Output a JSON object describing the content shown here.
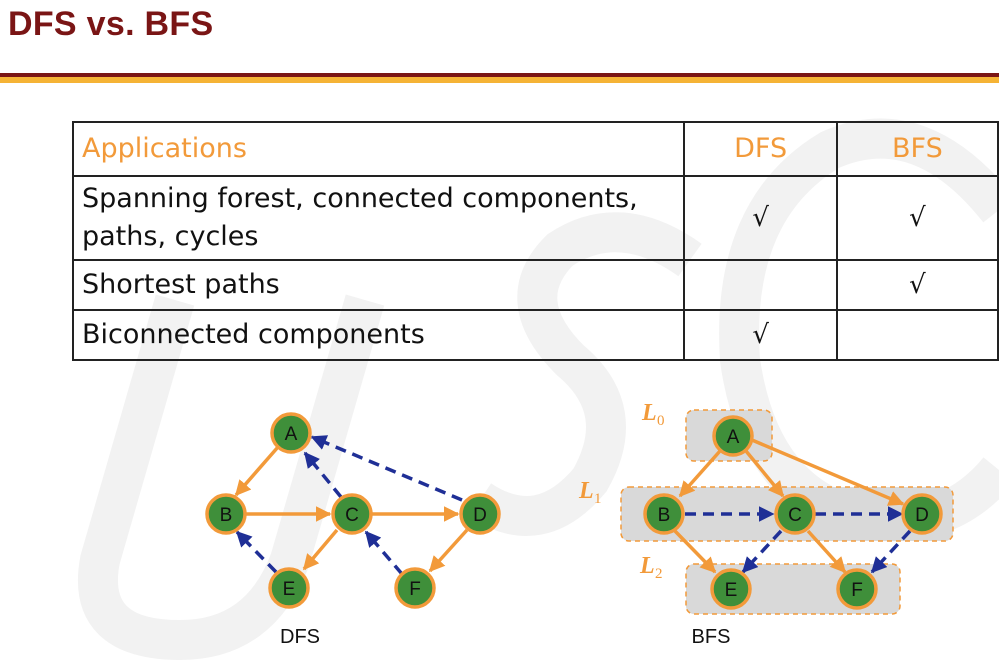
{
  "title": "DFS vs. BFS",
  "table": {
    "header": [
      "Applications",
      "DFS",
      "BFS"
    ],
    "rows": [
      {
        "app_line1": "Spanning forest, connected components,",
        "app_line2": "paths, cycles",
        "dfs": "√",
        "bfs": "√"
      },
      {
        "app_line1": "Shortest paths",
        "app_line2": "",
        "dfs": "",
        "bfs": "√"
      },
      {
        "app_line1": "Biconnected components",
        "app_line2": "",
        "dfs": "√",
        "bfs": ""
      }
    ]
  },
  "dfs_graph": {
    "caption": "DFS",
    "nodes": [
      "A",
      "B",
      "C",
      "D",
      "E",
      "F"
    ]
  },
  "bfs_graph": {
    "caption": "BFS",
    "nodes": [
      "A",
      "B",
      "C",
      "D",
      "E",
      "F"
    ],
    "levels": [
      {
        "main": "L",
        "sub": "0"
      },
      {
        "main": "L",
        "sub": "1"
      },
      {
        "main": "L",
        "sub": "2"
      }
    ]
  },
  "colors": {
    "title": "#7a1515",
    "rule_gold": "#f5b335",
    "accent_orange": "#f29a3a",
    "node_fill": "#3f8f3a",
    "back_edge": "#1f2f96",
    "level_box": "#d9d9d9"
  }
}
